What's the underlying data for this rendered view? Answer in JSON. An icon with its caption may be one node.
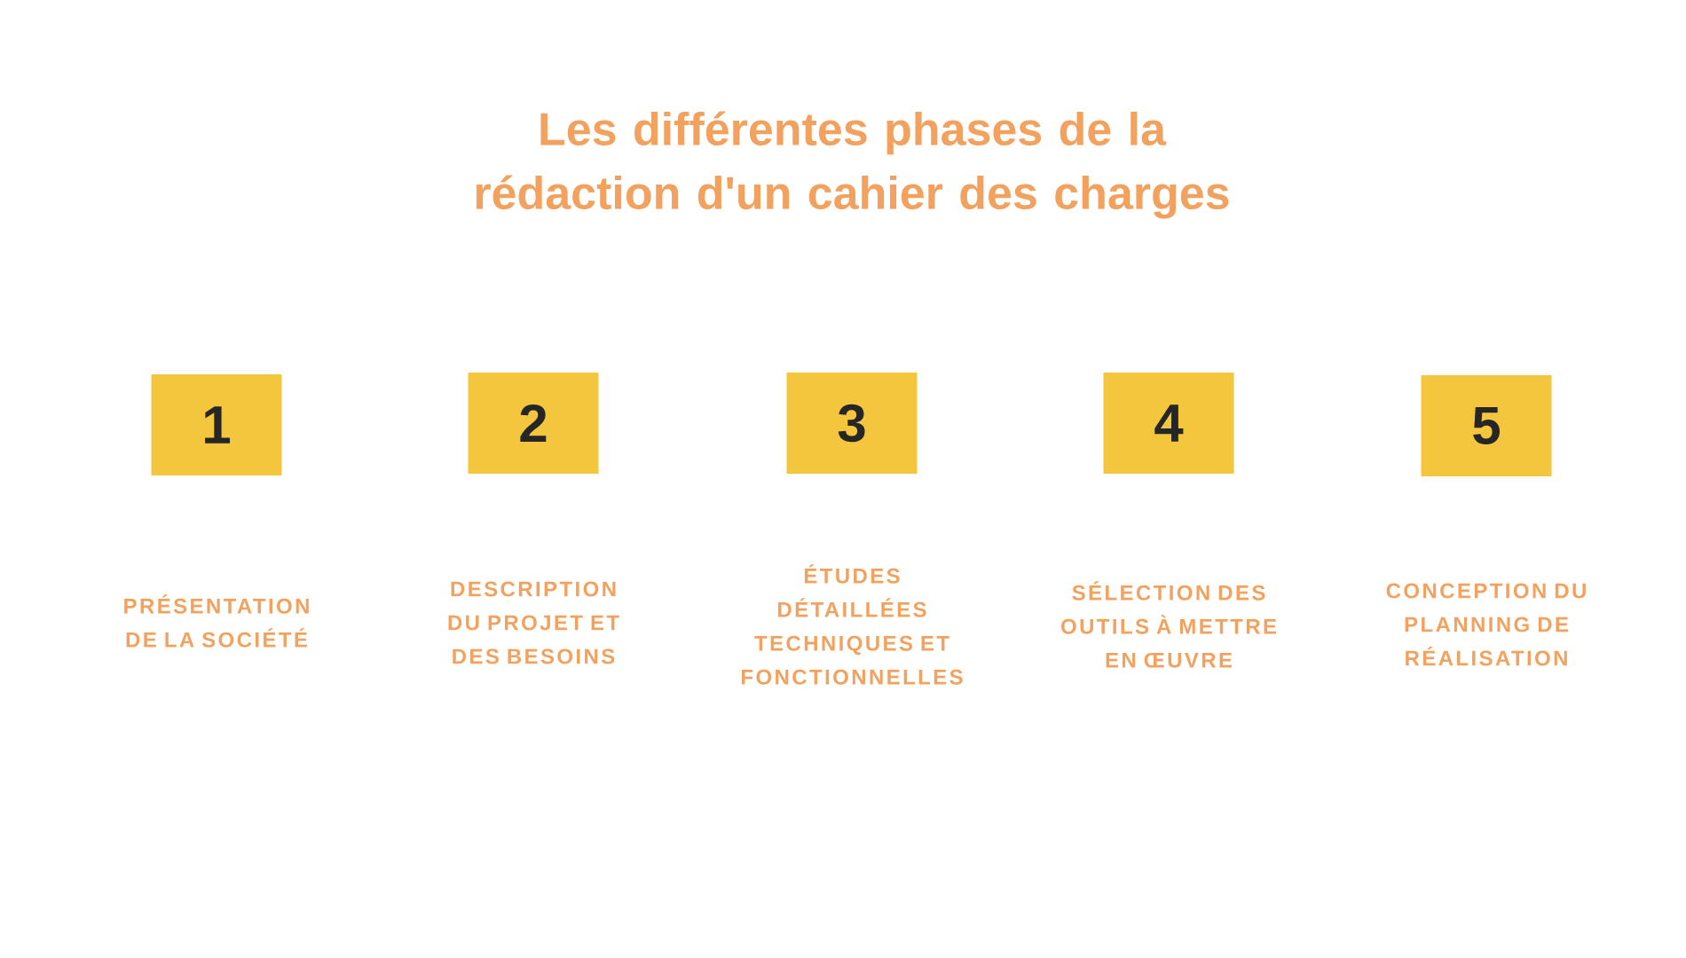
{
  "diagram": {
    "title": "Les différentes phases de la rédaction d'un cahier des charges",
    "nodes": [
      {
        "text": [
          "1"
        ]
      },
      {
        "text": [
          "2"
        ]
      },
      {
        "text": [
          "3"
        ]
      },
      {
        "text": [
          "4"
        ]
      },
      {
        "text": [
          "5"
        ]
      }
    ],
    "labels": [
      "PRÉSENTATION DE LA SOCIÉTÉ",
      "DESCRIPTION DU PROJET ET DES BESOINS",
      "ÉTUDES DÉTAILLÉES TECHNIQUES ET FONCTIONNELLES",
      "SÉLECTION DES OUTILS À METTRE EN ŒUVRE",
      "CONCEPTION DU PLANNING DE RÉALISATION"
    ]
  }
}
